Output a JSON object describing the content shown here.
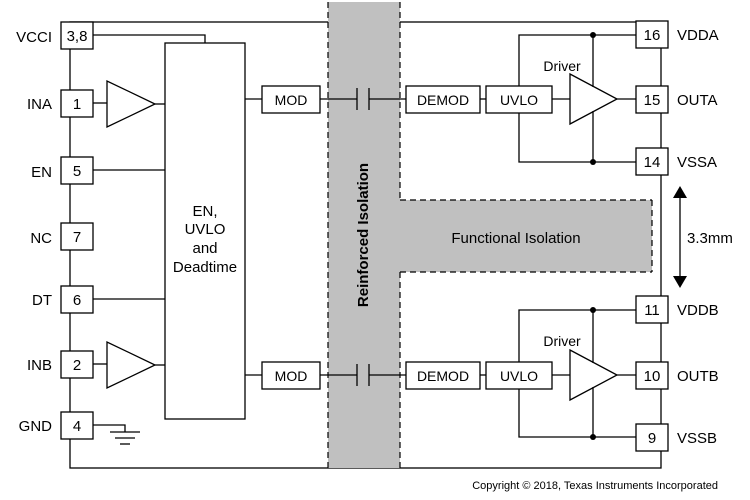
{
  "left_pins": [
    {
      "signal": "VCCI",
      "number": "3,8"
    },
    {
      "signal": "INA",
      "number": "1"
    },
    {
      "signal": "EN",
      "number": "5"
    },
    {
      "signal": "NC",
      "number": "7"
    },
    {
      "signal": "DT",
      "number": "6"
    },
    {
      "signal": "INB",
      "number": "2"
    },
    {
      "signal": "GND",
      "number": "4"
    }
  ],
  "right_pins": [
    {
      "signal": "VDDA",
      "number": "16"
    },
    {
      "signal": "OUTA",
      "number": "15"
    },
    {
      "signal": "VSSA",
      "number": "14"
    },
    {
      "signal": "VDDB",
      "number": "11"
    },
    {
      "signal": "OUTB",
      "number": "10"
    },
    {
      "signal": "VSSB",
      "number": "9"
    }
  ],
  "core_block": [
    "EN,",
    "UVLO",
    "and",
    "Deadtime"
  ],
  "mod_label": "MOD",
  "demod_label": "DEMOD",
  "uvlo_label": "UVLO",
  "driver_label": "Driver",
  "reinforced_label": "Reinforced Isolation",
  "functional_label": "Functional Isolation",
  "spacing_label": "3.3mm",
  "copyright": "Copyright © 2018, Texas Instruments Incorporated"
}
